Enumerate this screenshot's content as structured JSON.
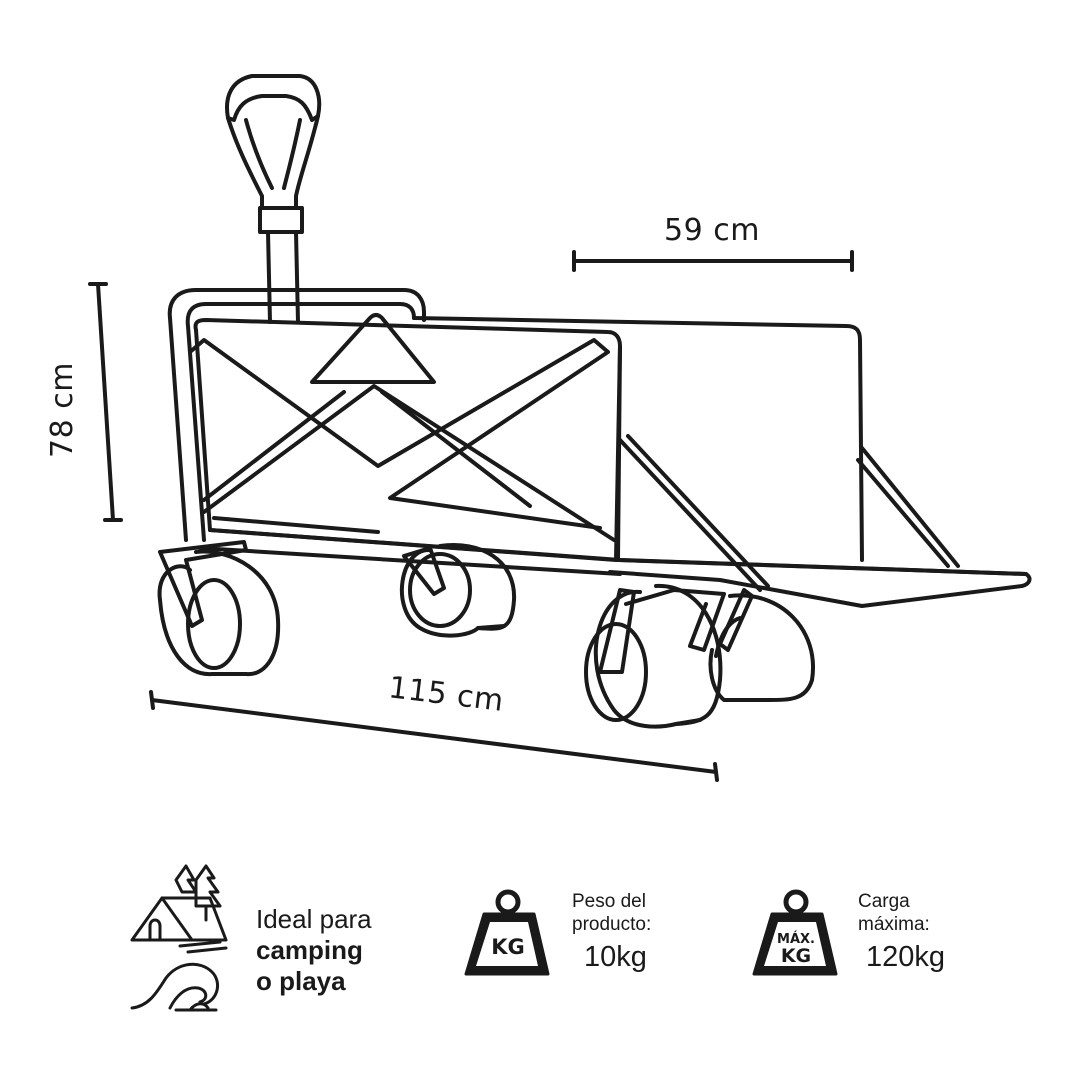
{
  "dimensions": {
    "width_label": "59 cm",
    "height_label": "78 cm",
    "length_label": "115 cm"
  },
  "features": {
    "use": {
      "line1": "Ideal para",
      "line2": "camping",
      "line3": "o playa",
      "icons": [
        "camping-tent-icon",
        "wave-icon"
      ]
    },
    "weight": {
      "icon_text": "KG",
      "label_line1": "Peso del",
      "label_line2": "producto:",
      "value": "10kg"
    },
    "max_load": {
      "icon_text_top": "MÁX.",
      "icon_text": "KG",
      "label_line1": "Carga",
      "label_line2": "máxima:",
      "value": "120kg"
    }
  }
}
